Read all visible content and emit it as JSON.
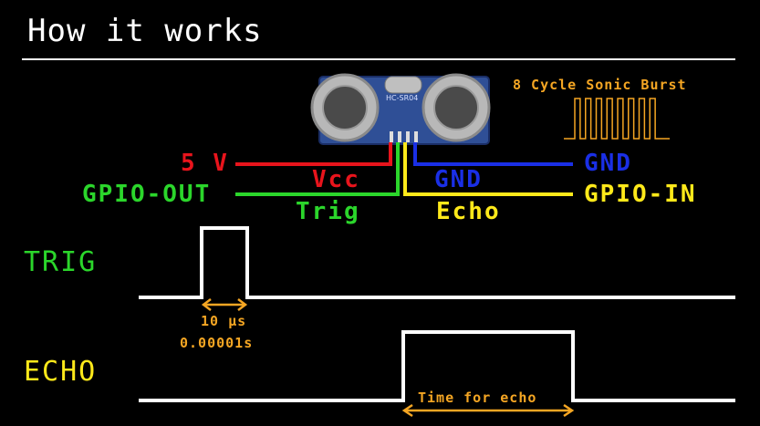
{
  "title": "How it works",
  "sensor": {
    "model": "HC-SR04"
  },
  "burst": {
    "label": "8 Cycle Sonic Burst",
    "cycles": 8
  },
  "wires": {
    "left": [
      {
        "label": "5 V",
        "color": "#e8141c"
      },
      {
        "label": "GPIO-OUT",
        "color": "#2bd62b"
      }
    ],
    "right": [
      {
        "label": "GND",
        "color": "#1a2fe6"
      },
      {
        "label": "GPIO-IN",
        "color": "#ffe91a"
      }
    ],
    "middle": [
      {
        "label": "Vcc",
        "color": "#e8141c"
      },
      {
        "label": "Trig",
        "color": "#2bd62b"
      },
      {
        "label": "GND",
        "color": "#1a2fe6"
      },
      {
        "label": "Echo",
        "color": "#ffe91a"
      }
    ]
  },
  "signals": {
    "trig": {
      "label": "TRIG",
      "color": "#2bd62b"
    },
    "echo": {
      "label": "ECHO",
      "color": "#ffe91a"
    }
  },
  "annotations": {
    "pulse_width": "10 µs",
    "pulse_seconds": "0.00001s",
    "echo_time": "Time for echo",
    "color": "#f5a623"
  }
}
